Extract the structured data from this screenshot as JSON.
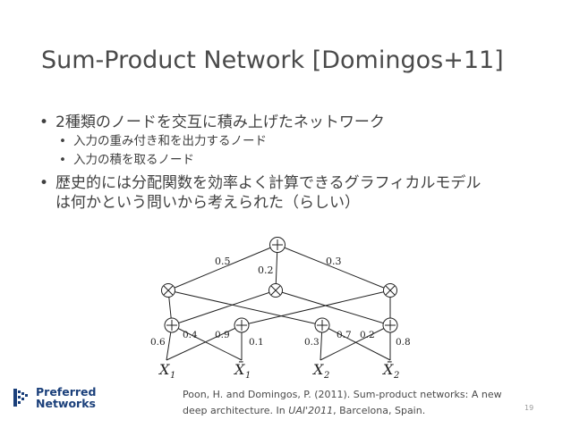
{
  "slide": {
    "title": "Sum-Product Network [Domingos+11]",
    "bullets": {
      "b1": "2種類のノードを交互に積み上げたネットワーク",
      "b1_sub1": "入力の重み付き和を出力するノード",
      "b1_sub2": "入力の積を取るノード",
      "b2_line1": "歴史的には分配関数を効率よく計算できるグラフィカルモデル",
      "b2_line2": "は何かという問いから考えられた（らしい）"
    },
    "page_number": "19"
  },
  "diagram": {
    "sum_symbol": "+",
    "product_symbol": "×",
    "top_weights": [
      "0.5",
      "0.2",
      "0.3"
    ],
    "leaf_weights": [
      "0.6",
      "0.4",
      "0.9",
      "0.1",
      "0.3",
      "0.7",
      "0.2",
      "0.8"
    ],
    "leaf_labels": [
      "X",
      "X̄",
      "X",
      "X̄"
    ],
    "leaf_subscripts": [
      "1",
      "1",
      "2",
      "2"
    ]
  },
  "citation": {
    "line1": "Poon, H. and Domingos, P. (2011). Sum-product networks: A new",
    "line2_pre": "deep architecture. In ",
    "line2_em": "UAI'2011",
    "line2_post": ", Barcelona, Spain."
  },
  "logo": {
    "line1": "Preferred",
    "line2": "Networks",
    "color": "#1a3f7a"
  }
}
